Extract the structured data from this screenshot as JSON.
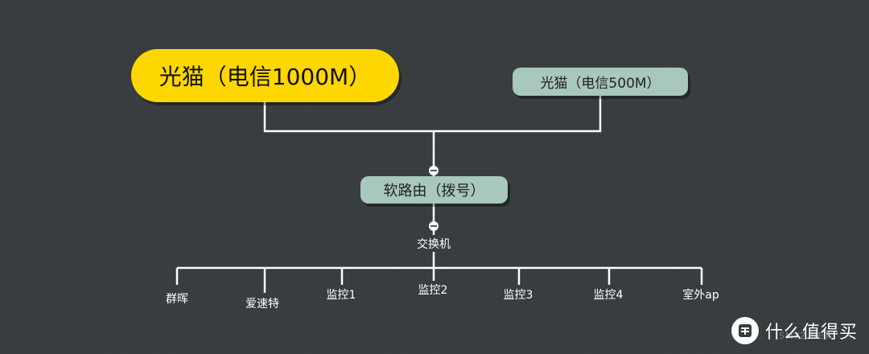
{
  "nodes": {
    "modem_main": "光猫（电信1000M）",
    "modem_second": "光猫（电信500M）",
    "router": "软路由（拨号）",
    "switch": "交换机"
  },
  "devices": [
    "群晖",
    "爱速特",
    "监控1",
    "监控2",
    "监控3",
    "监控4",
    "室外ap"
  ],
  "watermark": {
    "text": "什么值得买",
    "sub": "SMYZ.NET",
    "badge": "值"
  },
  "colors": {
    "background": "#373c3e",
    "main_node": "#ffd700",
    "pill_node": "#a8c7bd",
    "connector": "#ffffff"
  }
}
